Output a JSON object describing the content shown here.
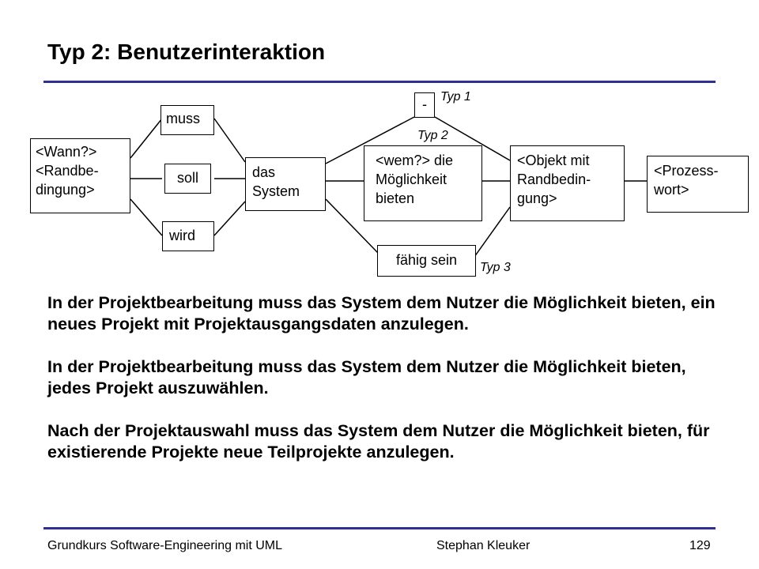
{
  "slide": {
    "title": "Typ 2: Benutzerinteraktion"
  },
  "diagram": {
    "when": "<Wann?> <Randbe- dingung>",
    "muss": "muss",
    "soll": "soll",
    "wird": "wird",
    "system": "das System",
    "dash": "-",
    "wem": "<wem?> die Möglichkeit bieten",
    "faehig": "fähig sein",
    "objekt": "<Objekt mit Randbedin- gung>",
    "prozess": "<Prozess- wort>",
    "typ1": "Typ 1",
    "typ2": "Typ 2",
    "typ3": "Typ 3"
  },
  "paragraphs": [
    "In der Projektbearbeitung muss das System dem Nutzer die Möglichkeit bieten, ein neues Projekt mit Projektausgangsdaten anzulegen.",
    "In der Projektbearbeitung muss das System dem Nutzer die Möglichkeit bieten, jedes Projekt auszuwählen.",
    "Nach der Projektauswahl muss das System dem Nutzer die Möglichkeit bieten, für existierende Projekte neue Teilprojekte anzulegen."
  ],
  "footer": {
    "course": "Grundkurs Software-Engineering mit UML",
    "author": "Stephan Kleuker",
    "page": "129"
  }
}
